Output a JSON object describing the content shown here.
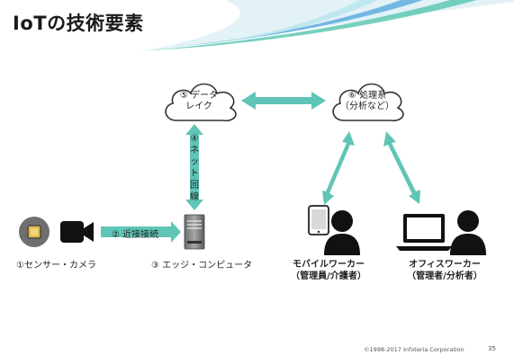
{
  "title": "IoTの技術要素",
  "nodes": {
    "data_lake": {
      "line1": "⑤ データ",
      "line2": "レイク"
    },
    "processing": {
      "line1": "⑥ 処理系",
      "line2": "（分析など）"
    },
    "sensor_camera": "①センサー・カメラ",
    "edge_computer": "③ エッジ・コンピュータ",
    "mobile_worker": {
      "line1": "モバイルワーカー",
      "line2": "（管理員/介護者）"
    },
    "office_worker": {
      "line1": "オフィスワーカー",
      "line2": "（管理者/分析者）"
    }
  },
  "connections": {
    "near_connection": "② 近接接続",
    "network_line": [
      "④",
      "ネ",
      "ッ",
      "ト",
      "回",
      "線"
    ]
  },
  "footer": {
    "copyright": "©1998-2017 Infoteria Corporation",
    "page": "35"
  },
  "colors": {
    "arrow": "#5fc5b6",
    "icon_dark": "#111111",
    "header_swoosh_blue": "#59a8dd",
    "header_swoosh_teal": "#5ec8b3"
  },
  "icons": [
    "sensor-icon",
    "video-camera-icon",
    "server-icon",
    "tablet-icon",
    "person-icon",
    "laptop-icon",
    "cloud-icon"
  ]
}
